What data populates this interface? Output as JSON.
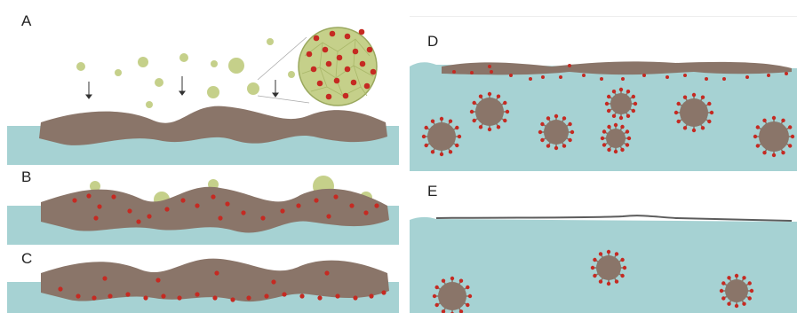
{
  "panels": {
    "a": {
      "label": "A"
    },
    "b": {
      "label": "B"
    },
    "c": {
      "label": "C"
    },
    "d": {
      "label": "D"
    },
    "e": {
      "label": "E"
    }
  },
  "colors": {
    "water": "#a6d2d3",
    "film": "#8a7569",
    "bubble": "#c5d08a",
    "bubble_dark": "#a9b769",
    "red_dot": "#c52a22",
    "virus": "#8a7569",
    "arrow": "#333333"
  },
  "icons": {
    "arrow": "down-arrow-icon",
    "virus": "virus-particle-icon",
    "magnifier": "zoom-circle-icon"
  }
}
